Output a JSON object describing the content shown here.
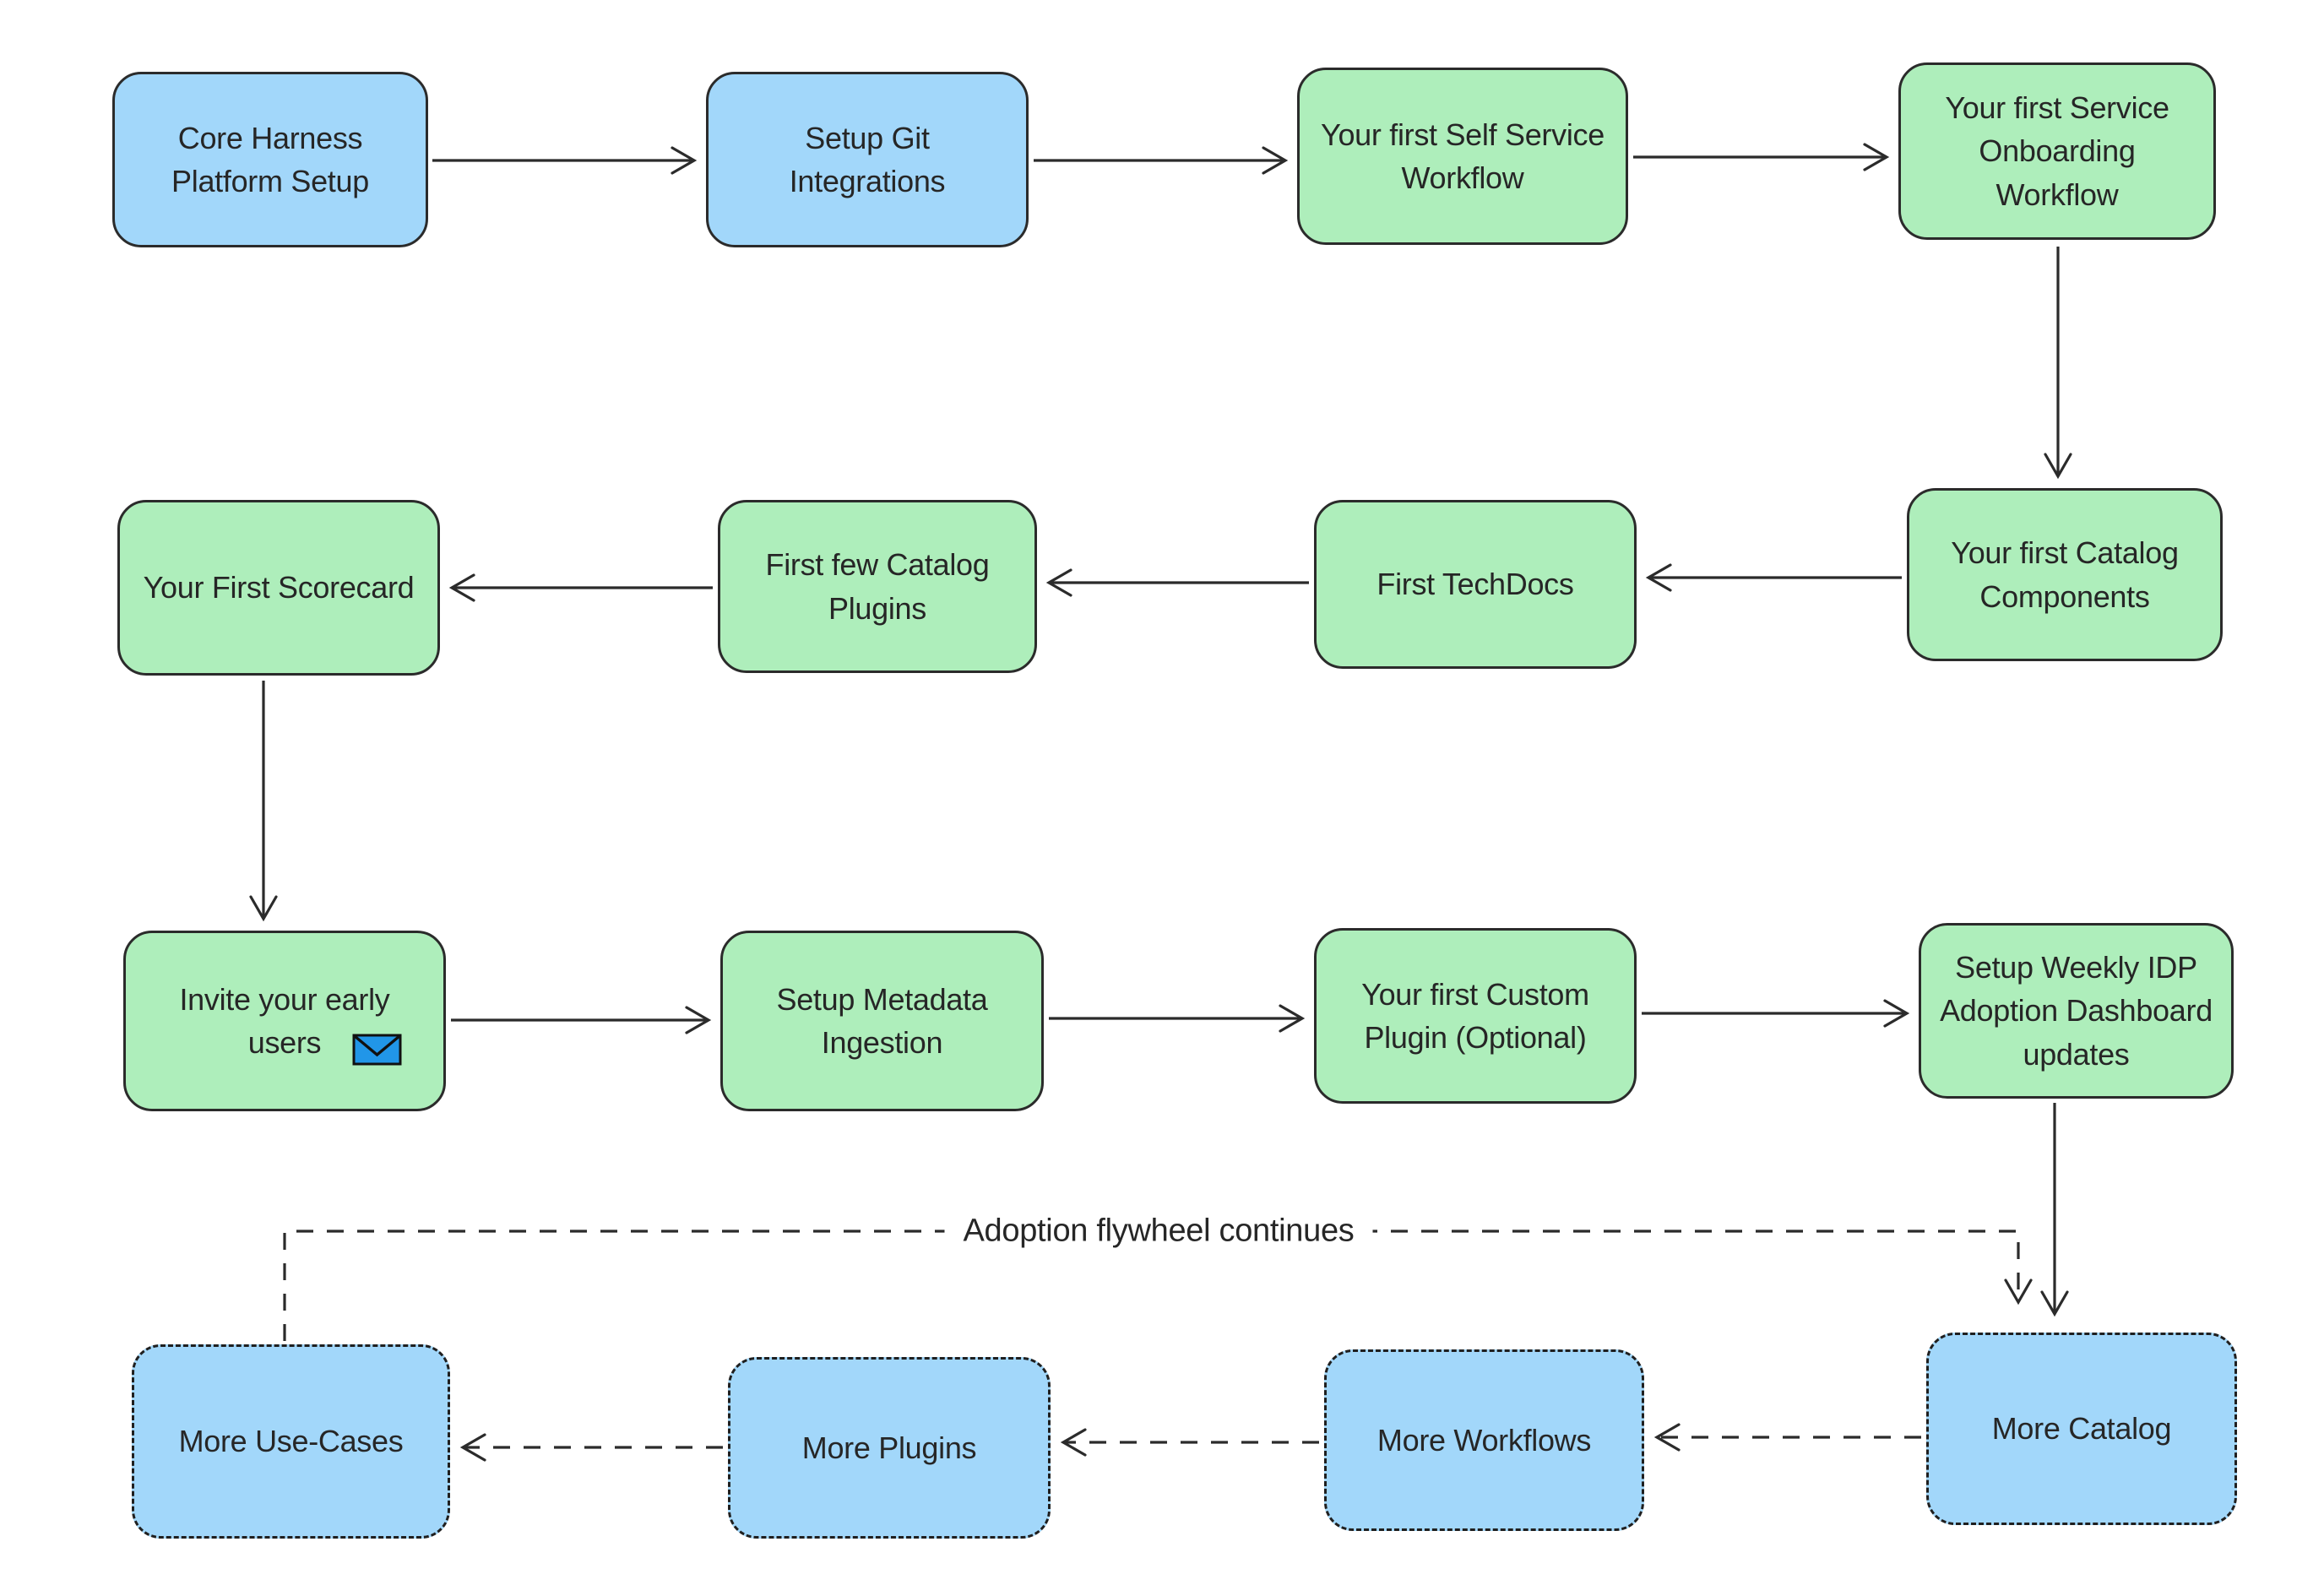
{
  "diagram": {
    "background": "#ffffff",
    "colors": {
      "node_blue": "#a2d7fa",
      "node_green": "#aeeebb",
      "outline": "#2b2b2b",
      "text": "#262626",
      "envelope_blue": "#2196e8"
    },
    "icons": {
      "invite_your_early_users": "envelope-icon"
    },
    "nodes": [
      {
        "id": "core-harness-platform-setup",
        "label": "Core Harness\nPlatform Setup",
        "fill": "blue",
        "border": "solid"
      },
      {
        "id": "setup-git-integrations",
        "label": "Setup Git\nIntegrations",
        "fill": "blue",
        "border": "solid"
      },
      {
        "id": "first-self-service-workflow",
        "label": "Your first Self Service\nWorkflow",
        "fill": "green",
        "border": "solid"
      },
      {
        "id": "first-service-onboarding-workflow",
        "label": "Your first Service\nOnboarding\nWorkflow",
        "fill": "green",
        "border": "solid"
      },
      {
        "id": "first-catalog-components",
        "label": "Your first Catalog\nComponents",
        "fill": "green",
        "border": "solid"
      },
      {
        "id": "first-techdocs",
        "label": "First TechDocs",
        "fill": "green",
        "border": "solid"
      },
      {
        "id": "first-few-catalog-plugins",
        "label": "First few Catalog\nPlugins",
        "fill": "green",
        "border": "solid"
      },
      {
        "id": "first-scorecard",
        "label": "Your First Scorecard",
        "fill": "green",
        "border": "solid"
      },
      {
        "id": "invite-early-users",
        "label": "Invite your early\nusers",
        "fill": "green",
        "border": "solid",
        "icon": "envelope-icon"
      },
      {
        "id": "setup-metadata-ingestion",
        "label": "Setup Metadata\nIngestion",
        "fill": "green",
        "border": "solid"
      },
      {
        "id": "first-custom-plugin",
        "label": "Your first Custom\nPlugin (Optional)",
        "fill": "green",
        "border": "solid"
      },
      {
        "id": "weekly-idp-adoption-dashboard",
        "label": "Setup Weekly IDP\nAdoption Dashboard\nupdates",
        "fill": "green",
        "border": "solid"
      },
      {
        "id": "more-catalog",
        "label": "More Catalog",
        "fill": "blue",
        "border": "dashed"
      },
      {
        "id": "more-workflows",
        "label": "More Workflows",
        "fill": "blue",
        "border": "dashed"
      },
      {
        "id": "more-plugins",
        "label": "More Plugins",
        "fill": "blue",
        "border": "dashed"
      },
      {
        "id": "more-use-cases",
        "label": "More Use-Cases",
        "fill": "blue",
        "border": "dashed"
      }
    ],
    "edges": [
      {
        "from": "core-harness-platform-setup",
        "to": "setup-git-integrations",
        "style": "solid"
      },
      {
        "from": "setup-git-integrations",
        "to": "first-self-service-workflow",
        "style": "solid"
      },
      {
        "from": "first-self-service-workflow",
        "to": "first-service-onboarding-workflow",
        "style": "solid"
      },
      {
        "from": "first-service-onboarding-workflow",
        "to": "first-catalog-components",
        "style": "solid"
      },
      {
        "from": "first-catalog-components",
        "to": "first-techdocs",
        "style": "solid"
      },
      {
        "from": "first-techdocs",
        "to": "first-few-catalog-plugins",
        "style": "solid"
      },
      {
        "from": "first-few-catalog-plugins",
        "to": "first-scorecard",
        "style": "solid"
      },
      {
        "from": "first-scorecard",
        "to": "invite-early-users",
        "style": "solid"
      },
      {
        "from": "invite-early-users",
        "to": "setup-metadata-ingestion",
        "style": "solid"
      },
      {
        "from": "setup-metadata-ingestion",
        "to": "first-custom-plugin",
        "style": "solid"
      },
      {
        "from": "first-custom-plugin",
        "to": "weekly-idp-adoption-dashboard",
        "style": "solid"
      },
      {
        "from": "weekly-idp-adoption-dashboard",
        "to": "more-catalog",
        "style": "solid"
      },
      {
        "from": "more-catalog",
        "to": "more-workflows",
        "style": "dashed"
      },
      {
        "from": "more-workflows",
        "to": "more-plugins",
        "style": "dashed"
      },
      {
        "from": "more-plugins",
        "to": "more-use-cases",
        "style": "dashed"
      },
      {
        "from": "more-use-cases",
        "to": "more-catalog",
        "style": "dashed",
        "label": "Adoption flywheel continues"
      }
    ]
  }
}
